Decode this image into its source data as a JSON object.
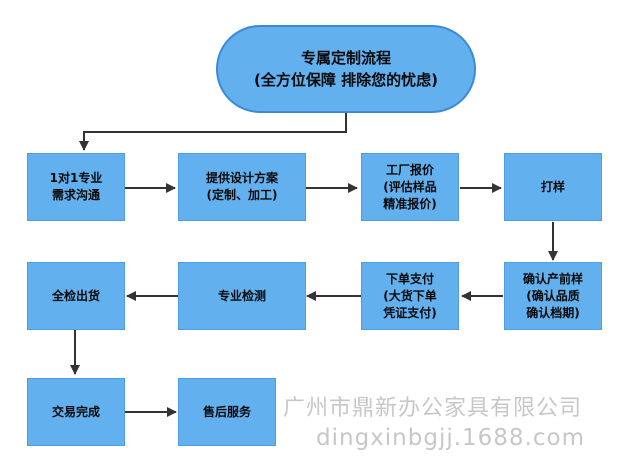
{
  "title": {
    "line1": "专属定制流程",
    "line2": "(全方位保障 排除您的忧虑)"
  },
  "steps": [
    {
      "id": "step-1",
      "lines": [
        "1对1专业",
        "需求沟通"
      ]
    },
    {
      "id": "step-2",
      "lines": [
        "提供设计方案",
        "(定制、加工)"
      ]
    },
    {
      "id": "step-3",
      "lines": [
        "工厂报价",
        "(评估样品",
        "精准报价)"
      ]
    },
    {
      "id": "step-4",
      "lines": [
        "打样"
      ]
    },
    {
      "id": "step-5",
      "lines": [
        "确认产前样",
        "(确认品质",
        "确认档期)"
      ]
    },
    {
      "id": "step-6",
      "lines": [
        "下单支付",
        "(大货下单",
        "凭证支付)"
      ]
    },
    {
      "id": "step-7",
      "lines": [
        "专业检测"
      ]
    },
    {
      "id": "step-8",
      "lines": [
        "全检出货"
      ]
    },
    {
      "id": "step-9",
      "lines": [
        "交易完成"
      ]
    },
    {
      "id": "step-10",
      "lines": [
        "售后服务"
      ]
    }
  ],
  "flow": [
    [
      "title",
      "step-1"
    ],
    [
      "step-1",
      "step-2"
    ],
    [
      "step-2",
      "step-3"
    ],
    [
      "step-3",
      "step-4"
    ],
    [
      "step-4",
      "step-5"
    ],
    [
      "step-5",
      "step-6"
    ],
    [
      "step-6",
      "step-7"
    ],
    [
      "step-7",
      "step-8"
    ],
    [
      "step-8",
      "step-9"
    ],
    [
      "step-9",
      "step-10"
    ]
  ],
  "watermark": {
    "company": "广州市鼎新办公家具有限公司",
    "site": "dingxinbgjj.1688.com"
  },
  "colors": {
    "box_fill": "#63b0ef",
    "box_border": "#4f9de0",
    "arrow": "#333333",
    "text": "#0a0a0a"
  }
}
